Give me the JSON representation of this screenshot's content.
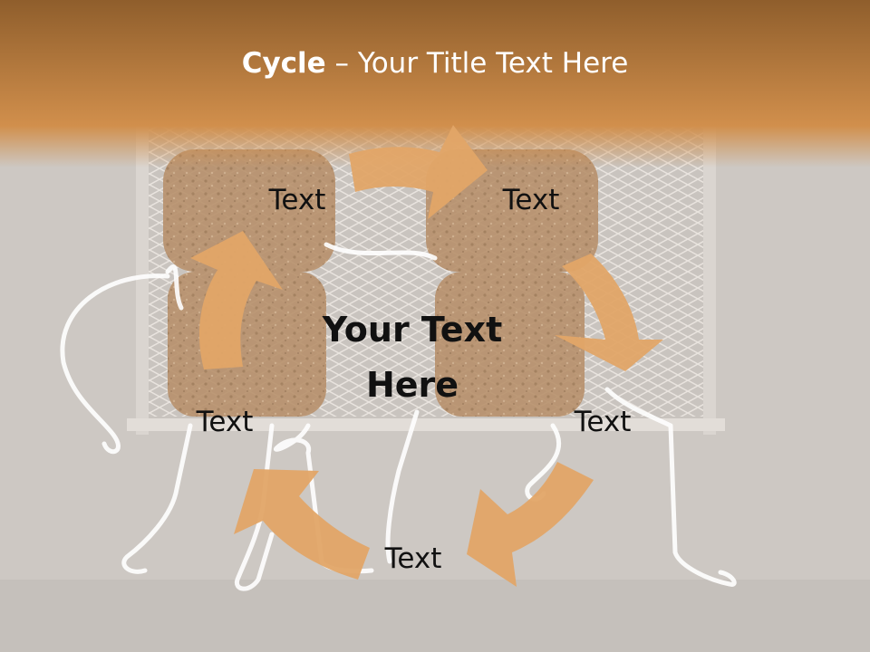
{
  "slide": {
    "title_bold": "Cycle",
    "title_rest": " – Your Title Text Here",
    "center_text": "Your Text Here",
    "nodes": [
      {
        "id": "top-left",
        "label": "Text"
      },
      {
        "id": "top-right",
        "label": "Text"
      },
      {
        "id": "right",
        "label": "Text"
      },
      {
        "id": "bottom",
        "label": "Text"
      },
      {
        "id": "left",
        "label": "Text"
      }
    ]
  },
  "colors": {
    "header_top": "#8f5e2c",
    "header_mid": "#d18f4c",
    "background": "#cdc8c3",
    "arrow": "#e2a567",
    "cork": "#b58a64",
    "wire": "#ffffff",
    "text": "#111111"
  }
}
